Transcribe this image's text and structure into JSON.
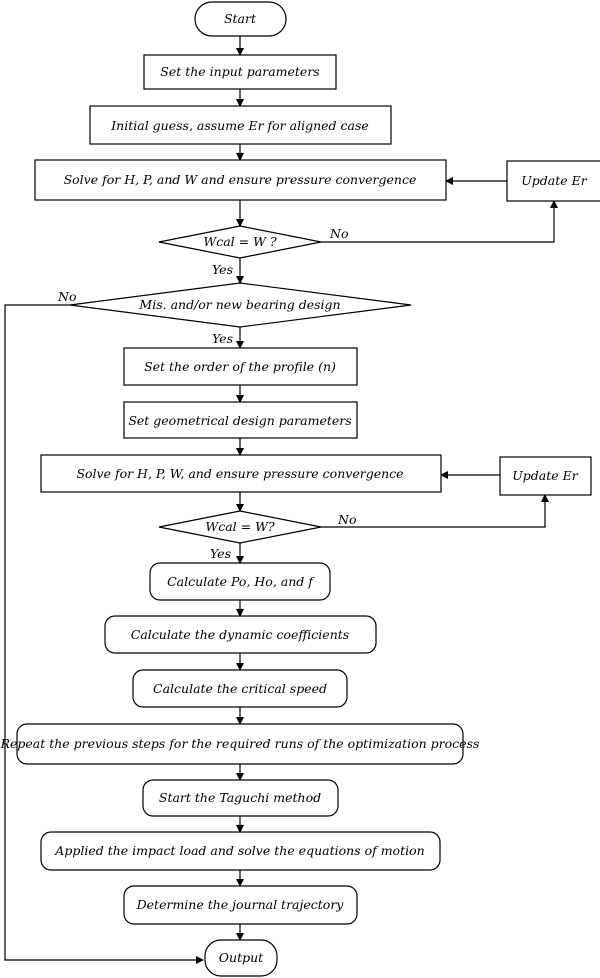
{
  "flowchart": {
    "start": "Start",
    "set_input": "Set the input parameters",
    "initial_guess": "Initial guess, assume Er for aligned case",
    "solve_1": "Solve for H, P, and W and ensure pressure convergence",
    "update_er_1": "Update Er",
    "check_1": "Wcal = W ?",
    "mis_design": "Mis. and/or new bearing design",
    "set_order": "Set the order of the profile (n)",
    "set_geometry": "Set geometrical design parameters",
    "solve_2": "Solve for H, P, W, and ensure pressure convergence",
    "update_er_2": "Update Er",
    "check_2": "Wcal = W?",
    "calc_po": "Calculate Po, Ho, and f",
    "calc_dynamic": "Calculate the dynamic coefficients",
    "calc_critical": "Calculate the critical speed",
    "repeat_steps": "Repeat the previous steps for the required runs of the optimization process",
    "start_taguchi": "Start the Taguchi method",
    "impact_load": "Applied the impact load and solve the equations of motion",
    "trajectory": "Determine the journal trajectory",
    "output": "Output"
  },
  "edge_labels": {
    "no_1": "No",
    "yes_1": "Yes",
    "no_2": "No",
    "yes_2": "Yes",
    "no_3": "No",
    "yes_3": "Yes"
  }
}
